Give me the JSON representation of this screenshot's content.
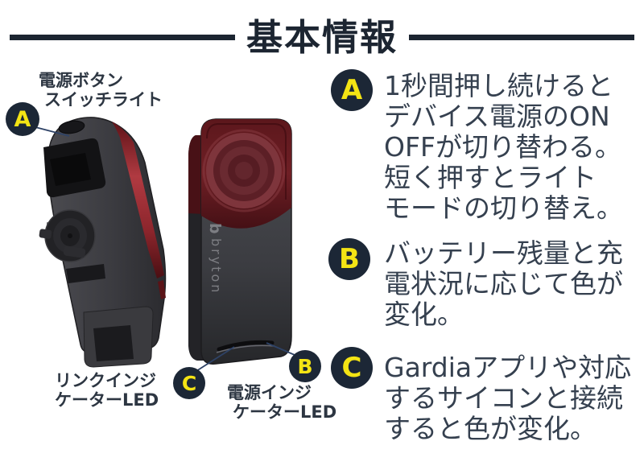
{
  "header": {
    "title": "基本情報"
  },
  "colors": {
    "navy": "#1c2736",
    "yellow": "#f4e414",
    "title": "#1c2531",
    "body_text": "#35404f",
    "label_text": "#2d3642",
    "connector": "#2e4266",
    "lens_red": "#6b1e24",
    "device_gray": "#3f4045"
  },
  "badges": {
    "a": "A",
    "b": "B",
    "c": "C"
  },
  "callouts": {
    "power_button": {
      "line1": "電源ボタン",
      "line2": "スイッチライト"
    },
    "link_indicator": {
      "line1": "リンクインジ",
      "line2": "ケーターLED"
    },
    "power_indicator": {
      "line1": "電源インジ",
      "line2": "ケーターLED"
    }
  },
  "sections": [
    {
      "badge": "A",
      "lines": [
        "1秒間押し続けると",
        "デバイス電源のON",
        "OFFが切り替わる。",
        "短く押すとライト",
        "モードの切り替え。"
      ]
    },
    {
      "badge": "B",
      "lines": [
        "バッテリー残量と充",
        "電状況に応じて色が",
        "変化。"
      ]
    },
    {
      "badge": "C",
      "lines": [
        "Gardiaアプリや対応",
        "するサイコンと接続",
        "すると色が変化。"
      ]
    }
  ],
  "device": {
    "brand": "bryton",
    "brand_initial": "b"
  }
}
